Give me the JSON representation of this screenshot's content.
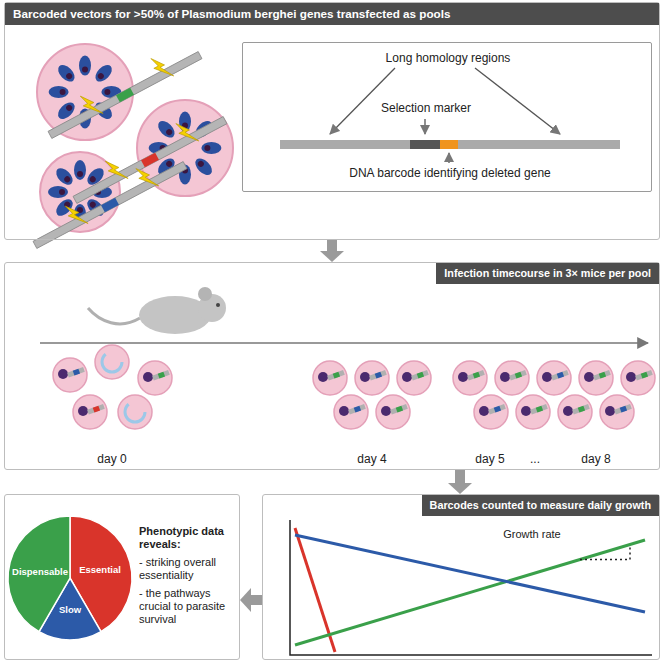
{
  "diagram": {
    "nodes": [
      {
        "text": [
          "Barcoded vectors for >50% of Plasmodium berghei genes transfected as pools"
        ]
      },
      {
        "text": [
          "Long homology regions",
          "Selection marker",
          "DNA barcode identifying deleted gene"
        ],
        "in": 0
      },
      {
        "text": [
          "Infection timecourse in 3× mice per pool"
        ]
      },
      {
        "text": [
          "Barcodes counted to measure daily growth"
        ]
      },
      {
        "text": [
          "Phenotypic data reveals:",
          "- striking overall essentiality",
          "- the pathways crucial to parasite survival"
        ]
      }
    ],
    "edges": [
      {
        "from": 0,
        "to": 2,
        "arrow": "to"
      },
      {
        "from": 2,
        "to": 3,
        "arrow": "to"
      },
      {
        "from": 3,
        "to": 4,
        "arrow": "to"
      }
    ],
    "labels": [
      "day 0",
      "day 4",
      "day 5",
      "...",
      "day 8",
      "Growth rate",
      "Dispensable",
      "Essential",
      "Slow"
    ]
  }
}
